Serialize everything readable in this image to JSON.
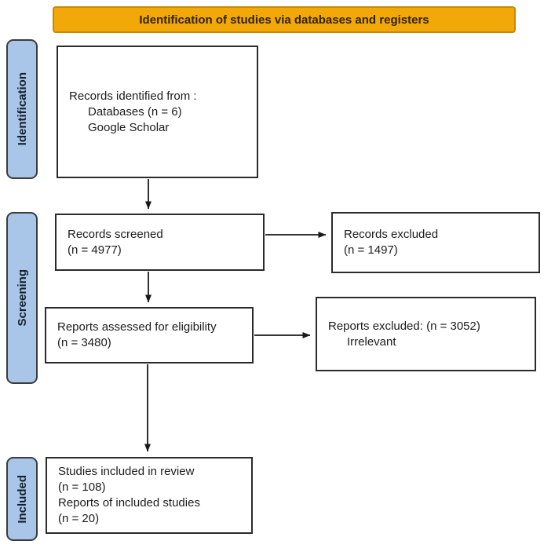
{
  "title_bar": {
    "label": "Identification of studies via databases and registers"
  },
  "stage_labels": {
    "identification": "Identification",
    "screening": "Screening",
    "included": "Included"
  },
  "nodes": {
    "records_identified": {
      "line1": "Records identified from :",
      "line2": "Databases (n = 6)",
      "line3": "Google Scholar"
    },
    "records_screened": {
      "line1": "Records screened",
      "line2": "(n = 4977)"
    },
    "records_excluded": {
      "line1": "Records excluded",
      "line2": "(n = 1497)"
    },
    "reports_assessed": {
      "line1": "Reports assessed for eligibility",
      "line2": "(n = 3480)"
    },
    "reports_excluded": {
      "line1": "Reports excluded: (n = 3052)",
      "line2": "Irrelevant"
    },
    "studies_included": {
      "line1": "Studies included in review",
      "line2": "(n = 108)",
      "line3": "Reports of included studies",
      "line4": "(n = 20)"
    }
  },
  "colors": {
    "banner_bg": "#F2A808",
    "banner_border": "#C98A00",
    "banner_text": "#332300",
    "stage_bg": "#A9C6E8",
    "stage_border": "#3C3C3C",
    "stage_text": "#14202C",
    "box_border": "#2B2B2B",
    "arrow": "#1A1A1A"
  }
}
